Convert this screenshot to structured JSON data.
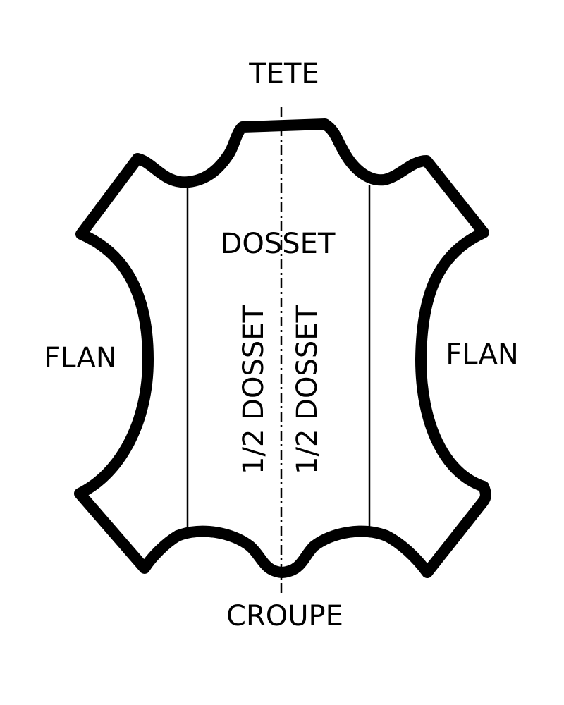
{
  "labels": {
    "head": "TETE",
    "back": "DOSSET",
    "half_back_left": "1/2 DOSSET",
    "half_back_right": "1/2 DOSSET",
    "flank_left": "FLAN",
    "flank_right": "FLAN",
    "rump": "CROUPE"
  },
  "colors": {
    "ink": "#000000",
    "background": "#ffffff"
  }
}
